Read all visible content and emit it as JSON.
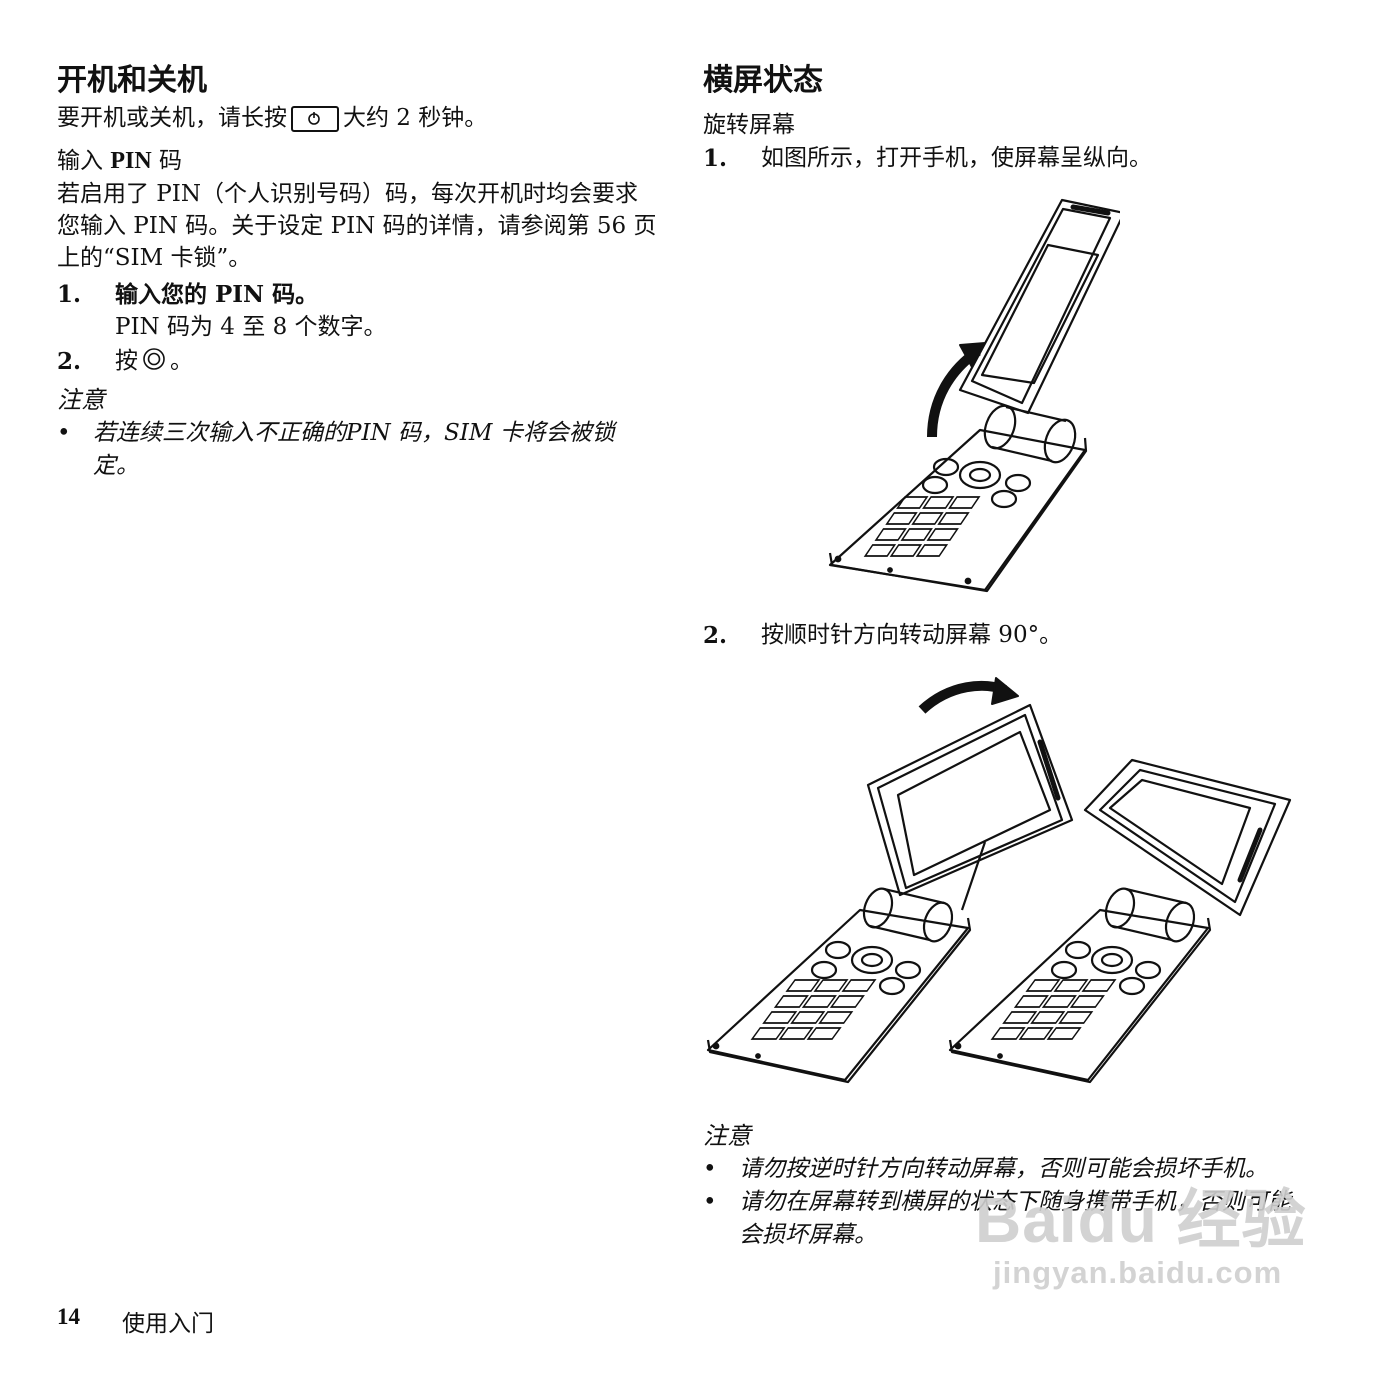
{
  "left": {
    "heading": "开机和关机",
    "intro_before": "要开机或关机，请长按",
    "intro_after": "大约 2 秒钟。",
    "pin_heading_a": "输入 ",
    "pin_heading_b": "PIN",
    "pin_heading_c": " 码",
    "pin_para": "若启用了 PIN（个人识别号码）码，每次开机时均会要求您输入 PIN 码。关于设定 PIN 码的详情，请参阅第 56 页上的“SIM 卡锁”。",
    "steps": [
      {
        "num": "1.",
        "text": "输入您的 PIN 码。",
        "sub": "PIN 码为 4 至 8 个数字。"
      },
      {
        "num": "2.",
        "text_before": "按",
        "text_after": "。"
      }
    ],
    "note_title": "注意",
    "notes": [
      "若连续三次输入不正确的PIN 码，SIM 卡将会被锁定。"
    ]
  },
  "right": {
    "heading": "横屏状态",
    "subheading": "旋转屏幕",
    "steps": [
      {
        "num": "1.",
        "text": "如图所示，打开手机，使屏幕呈纵向。"
      },
      {
        "num": "2.",
        "text": "按顺时针方向转动屏幕 90°。"
      }
    ],
    "note_title": "注意",
    "notes": [
      "请勿按逆时针方向转动屏幕，否则可能会损坏手机。",
      "请勿在屏幕转到横屏的状态下随身携带手机，否则可能会损坏屏幕。"
    ]
  },
  "footer": {
    "page_number": "14",
    "section": "使用入门"
  },
  "watermark": {
    "main": "Baidu 经验",
    "url": "jingyan.baidu.com"
  }
}
